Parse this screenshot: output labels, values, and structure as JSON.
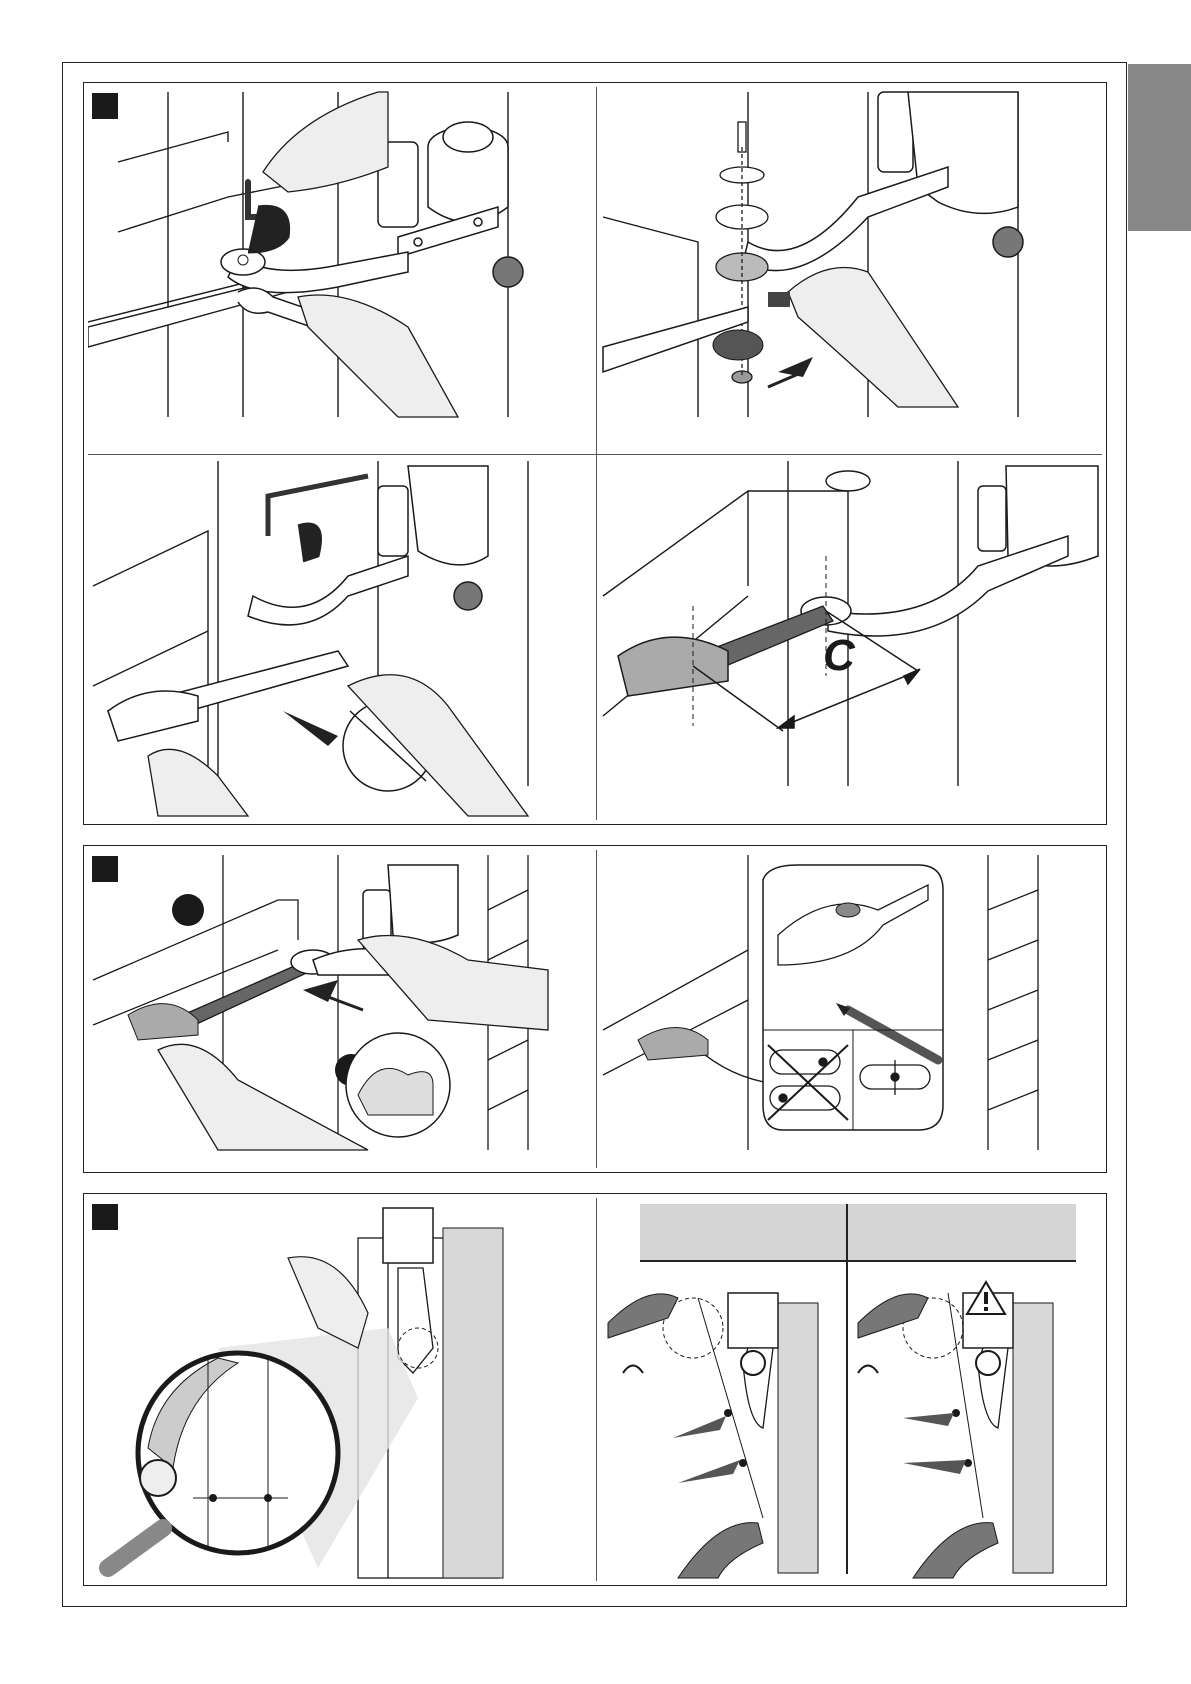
{
  "figures": [
    {
      "id": "fig-a",
      "number": ""
    },
    {
      "id": "fig-b",
      "number": ""
    },
    {
      "id": "fig-c",
      "number": ""
    }
  ],
  "labels": {
    "dimension_letter": "C"
  },
  "colors": {
    "line": "#1a1a1a",
    "shade": "#d8d8d8",
    "dark_part": "#555555",
    "lang_tab": "#888888"
  },
  "icons": [
    "hex-key-icon",
    "wrench-icon",
    "rotate-arrow-icon",
    "push-arrow-icon",
    "pencil-icon",
    "magnifier-icon",
    "warning-triangle-icon",
    "eye-icon",
    "muscle-arm-icon"
  ]
}
